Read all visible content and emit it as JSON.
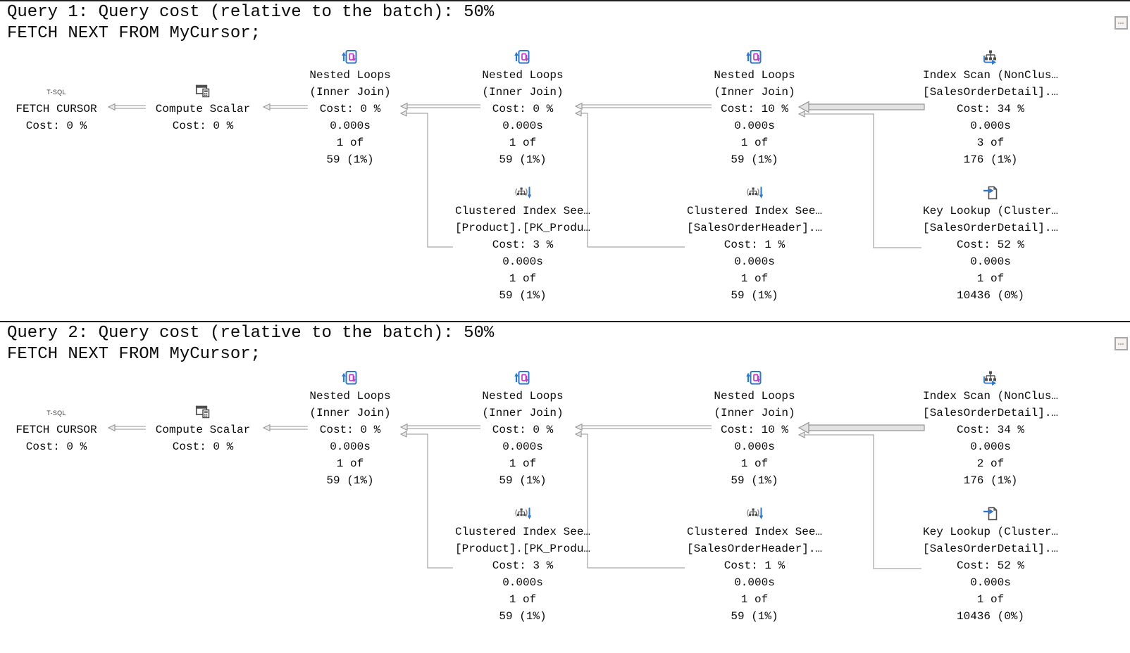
{
  "colors": {
    "accent_blue": "#2e76c9",
    "accent_magenta": "#c13dc1",
    "icon_gray": "#4d4d4d",
    "connector_gray": "#a9a9a9",
    "separator": "#1f1f1f"
  },
  "queries": [
    {
      "header": "Query 1: Query cost (relative to the batch): 50%",
      "statement": "FETCH NEXT FROM MyCursor;",
      "nodes": [
        {
          "id": "fetch-cursor",
          "badge": "T-SQL",
          "lines": [
            "FETCH CURSOR",
            "Cost: 0 %"
          ]
        },
        {
          "id": "compute-scalar",
          "icon": "compute-scalar-icon",
          "lines": [
            "Compute Scalar",
            "Cost: 0 %"
          ]
        },
        {
          "id": "nested-loops-1",
          "icon": "nested-loops-icon",
          "lines": [
            "Nested Loops",
            "(Inner Join)",
            "Cost: 0 %",
            "0.000s",
            "1 of",
            "59 (1%)"
          ]
        },
        {
          "id": "nested-loops-2",
          "icon": "nested-loops-icon",
          "lines": [
            "Nested Loops",
            "(Inner Join)",
            "Cost: 0 %",
            "0.000s",
            "1 of",
            "59 (1%)"
          ]
        },
        {
          "id": "nested-loops-3",
          "icon": "nested-loops-icon",
          "lines": [
            "Nested Loops",
            "(Inner Join)",
            "Cost: 10 %",
            "0.000s",
            "1 of",
            "59 (1%)"
          ]
        },
        {
          "id": "index-scan",
          "icon": "index-scan-icon",
          "lines": [
            "Index Scan (NonClus…",
            "[SalesOrderDetail].…",
            "Cost: 34 %",
            "0.000s",
            "3 of",
            "176 (1%)"
          ]
        },
        {
          "id": "clustered-index-seek-product",
          "icon": "index-seek-icon",
          "lines": [
            "Clustered Index See…",
            "[Product].[PK_Produ…",
            "Cost: 3 %",
            "0.000s",
            "1 of",
            "59 (1%)"
          ]
        },
        {
          "id": "clustered-index-seek-salesorderheader",
          "icon": "index-seek-icon",
          "lines": [
            "Clustered Index See…",
            "[SalesOrderHeader].…",
            "Cost: 1 %",
            "0.000s",
            "1 of",
            "59 (1%)"
          ]
        },
        {
          "id": "key-lookup",
          "icon": "key-lookup-icon",
          "lines": [
            "Key Lookup (Cluster…",
            "[SalesOrderDetail].…",
            "Cost: 52 %",
            "0.000s",
            "1 of",
            "10436 (0%)"
          ]
        }
      ]
    },
    {
      "header": "Query 2: Query cost (relative to the batch): 50%",
      "statement": "FETCH NEXT FROM MyCursor;",
      "nodes": [
        {
          "id": "fetch-cursor",
          "badge": "T-SQL",
          "lines": [
            "FETCH CURSOR",
            "Cost: 0 %"
          ]
        },
        {
          "id": "compute-scalar",
          "icon": "compute-scalar-icon",
          "lines": [
            "Compute Scalar",
            "Cost: 0 %"
          ]
        },
        {
          "id": "nested-loops-1",
          "icon": "nested-loops-icon",
          "lines": [
            "Nested Loops",
            "(Inner Join)",
            "Cost: 0 %",
            "0.000s",
            "1 of",
            "59 (1%)"
          ]
        },
        {
          "id": "nested-loops-2",
          "icon": "nested-loops-icon",
          "lines": [
            "Nested Loops",
            "(Inner Join)",
            "Cost: 0 %",
            "0.000s",
            "1 of",
            "59 (1%)"
          ]
        },
        {
          "id": "nested-loops-3",
          "icon": "nested-loops-icon",
          "lines": [
            "Nested Loops",
            "(Inner Join)",
            "Cost: 10 %",
            "0.000s",
            "1 of",
            "59 (1%)"
          ]
        },
        {
          "id": "index-scan",
          "icon": "index-scan-icon",
          "lines": [
            "Index Scan (NonClus…",
            "[SalesOrderDetail].…",
            "Cost: 34 %",
            "0.000s",
            "2 of",
            "176 (1%)"
          ]
        },
        {
          "id": "clustered-index-seek-product",
          "icon": "index-seek-icon",
          "lines": [
            "Clustered Index See…",
            "[Product].[PK_Produ…",
            "Cost: 3 %",
            "0.000s",
            "1 of",
            "59 (1%)"
          ]
        },
        {
          "id": "clustered-index-seek-salesorderheader",
          "icon": "index-seek-icon",
          "lines": [
            "Clustered Index See…",
            "[SalesOrderHeader].…",
            "Cost: 1 %",
            "0.000s",
            "1 of",
            "59 (1%)"
          ]
        },
        {
          "id": "key-lookup",
          "icon": "key-lookup-icon",
          "lines": [
            "Key Lookup (Cluster…",
            "[SalesOrderDetail].…",
            "Cost: 52 %",
            "0.000s",
            "1 of",
            "10436 (0%)"
          ]
        }
      ]
    }
  ]
}
